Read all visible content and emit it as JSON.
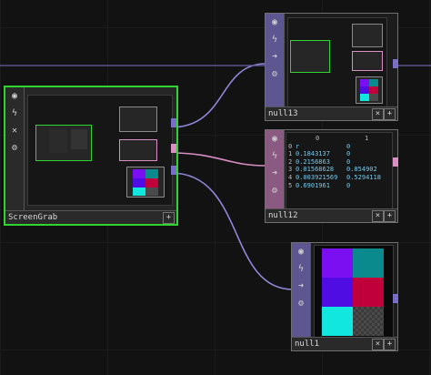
{
  "nodes": {
    "screengrab": {
      "name": "ScreenGrab"
    },
    "null13": {
      "name": "null13"
    },
    "null12": {
      "name": "null12",
      "table": {
        "headers": [
          "0",
          "1"
        ],
        "rows": [
          [
            "0",
            "r",
            "0",
            ""
          ],
          [
            "1",
            "0.1843137",
            "0",
            ""
          ],
          [
            "2",
            "0.2156863",
            "0",
            ""
          ],
          [
            "3",
            "0.01568628",
            "0.854902",
            ""
          ],
          [
            "4",
            "0.003921569",
            "0.5294118",
            ""
          ],
          [
            "5",
            "0.6901961",
            "0",
            ""
          ]
        ]
      }
    },
    "null1": {
      "name": "null1"
    }
  },
  "colors": {
    "selected_border": "#2ed52e",
    "wire_purple": "#8f86d8",
    "wire_pink": "#d98fc4",
    "swatches": [
      "#7c0ef2",
      "#0b8a8e",
      "#4f0de4",
      "#c0003a",
      "#11e7de",
      "#4a4a4a"
    ]
  },
  "icons": [
    "viewer-toggle-icon",
    "lightning-icon",
    "close-icon",
    "cog-icon",
    "add-icon"
  ]
}
